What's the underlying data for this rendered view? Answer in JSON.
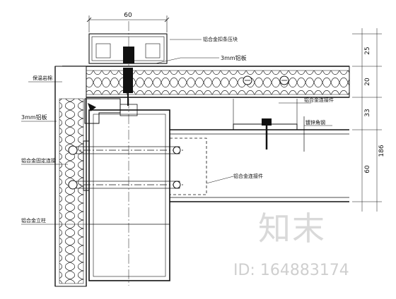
{
  "dimensions": {
    "top_width": "60",
    "right": [
      "25",
      "20",
      "33",
      "186",
      "60"
    ]
  },
  "labels": {
    "aluminum_plate_top": "3mm铝板",
    "aluminum_plate_left": "3mm铝板",
    "leader_top_right": "铝合金扣条压块",
    "leader_left_top": "保温岩棉",
    "leader_left_mid": "铝合金固定连接",
    "leader_left_bottom": "铝合金立柱",
    "leader_right_1": "铝合金连接件",
    "leader_right_2": "镀锌角钢",
    "leader_right_3": "铝合金连接件"
  },
  "watermark": {
    "brand": "知末",
    "id": "ID: 164883174"
  }
}
